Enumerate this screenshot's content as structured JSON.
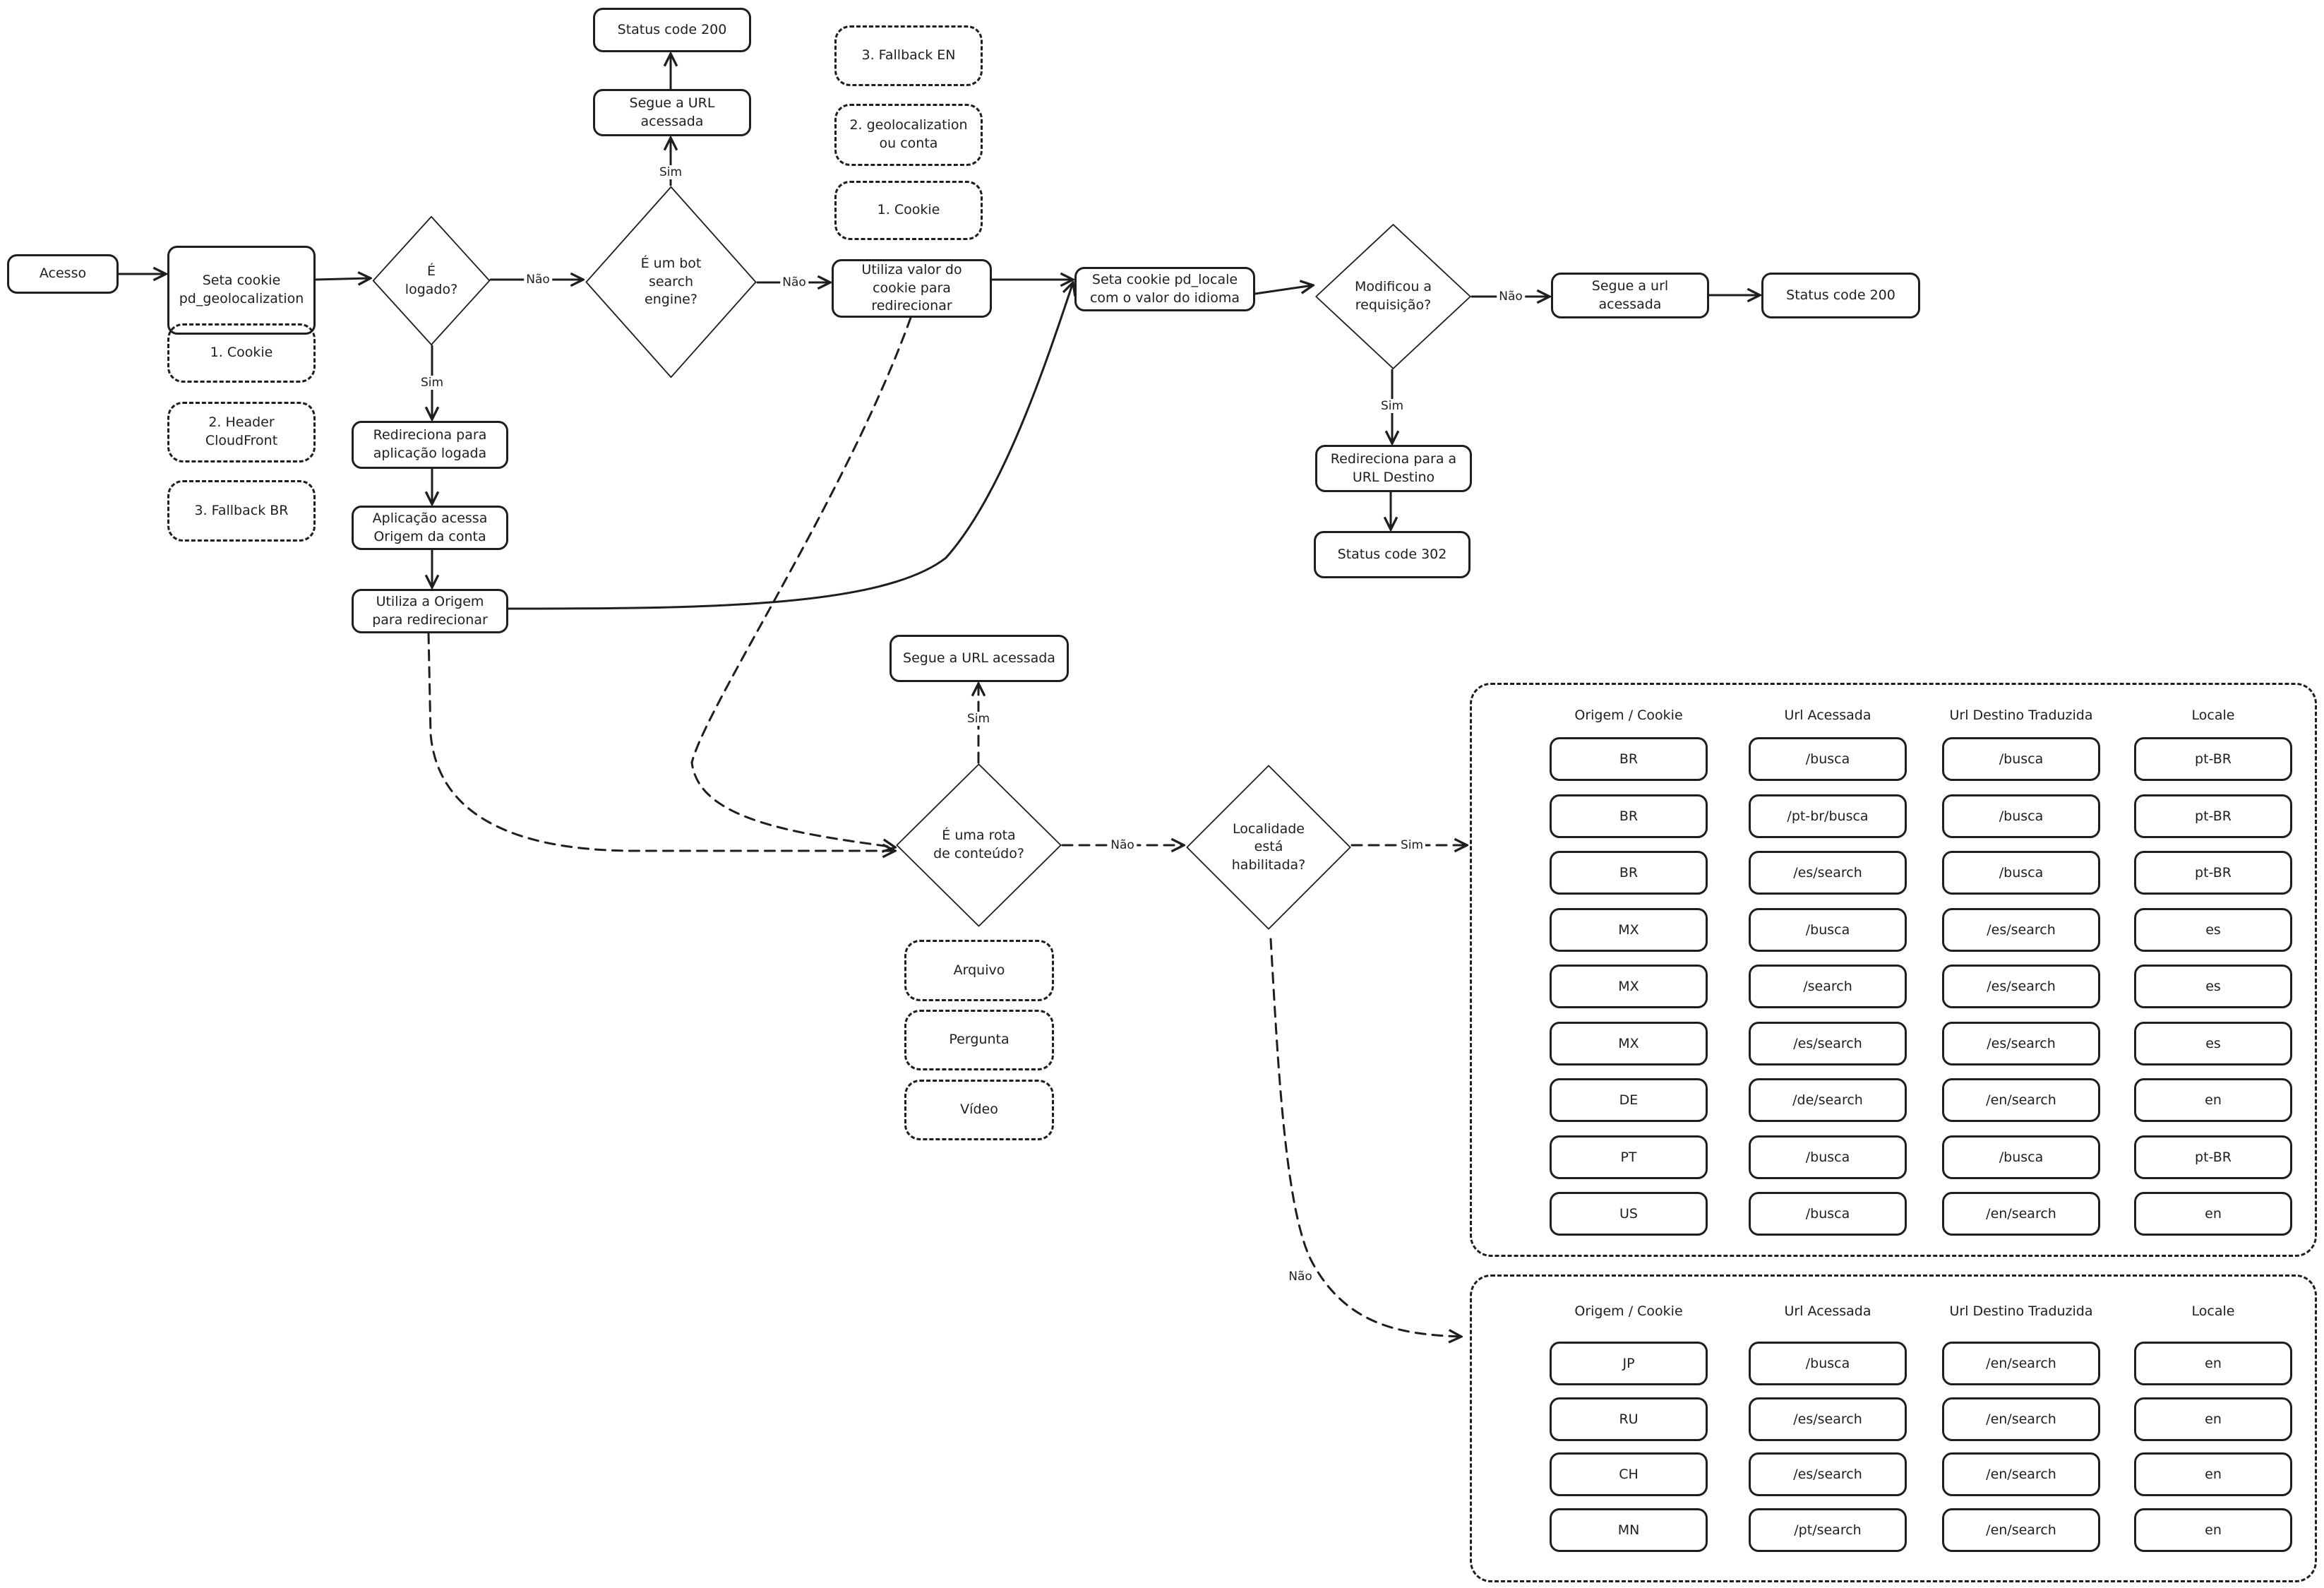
{
  "nodes": {
    "acesso": "Acesso",
    "seta_cookie_geo": "Seta cookie pd_geolocalization",
    "geo_priority": [
      "1. Cookie",
      "2. Header CloudFront",
      "3. Fallback BR"
    ],
    "e_logado": "É logado?",
    "redireciona_logada": "Redireciona para aplicação logada",
    "aplicacao_acessa": "Aplicação acessa Origem da conta",
    "utiliza_origem": "Utiliza a Origem para redirecionar",
    "e_bot": "É um bot search engine?",
    "bot_segue_url": "Segue a URL acessada",
    "bot_status_200": "Status code 200",
    "locale_priority": [
      "3. Fallback EN",
      "2. geolocalization ou conta",
      "1. Cookie"
    ],
    "utiliza_cookie": "Utiliza valor do cookie para redirecionar",
    "seta_cookie_locale": "Seta cookie pd_locale com o valor do idioma",
    "modificou": "Modificou a requisição?",
    "segue_url_acessada": "Segue a url acessada",
    "status_200": "Status code 200",
    "redireciona_destino": "Redireciona para a URL Destino",
    "status_302": "Status code 302",
    "rota_conteudo": "É uma rota de conteúdo?",
    "rota_segue_url": "Segue a URL acessada",
    "content_types": [
      "Arquivo",
      "Pergunta",
      "Vídeo"
    ],
    "localidade": "Localidade está habilitada?"
  },
  "edge_labels": {
    "nao": "Não",
    "sim": "Sim"
  },
  "tables": {
    "headers": [
      "Origem / Cookie",
      "Url Acessada",
      "Url Destino Traduzida",
      "Locale"
    ],
    "enabled": [
      [
        "BR",
        "/busca",
        "/busca",
        "pt-BR"
      ],
      [
        "BR",
        "/pt-br/busca",
        "/busca",
        "pt-BR"
      ],
      [
        "BR",
        "/es/search",
        "/busca",
        "pt-BR"
      ],
      [
        "MX",
        "/busca",
        "/es/search",
        "es"
      ],
      [
        "MX",
        "/search",
        "/es/search",
        "es"
      ],
      [
        "MX",
        "/es/search",
        "/es/search",
        "es"
      ],
      [
        "DE",
        "/de/search",
        "/en/search",
        "en"
      ],
      [
        "PT",
        "/busca",
        "/busca",
        "pt-BR"
      ],
      [
        "US",
        "/busca",
        "/en/search",
        "en"
      ]
    ],
    "disabled": [
      [
        "JP",
        "/busca",
        "/en/search",
        "en"
      ],
      [
        "RU",
        "/es/search",
        "/en/search",
        "en"
      ],
      [
        "CH",
        "/es/search",
        "/en/search",
        "en"
      ],
      [
        "MN",
        "/pt/search",
        "/en/search",
        "en"
      ]
    ]
  }
}
